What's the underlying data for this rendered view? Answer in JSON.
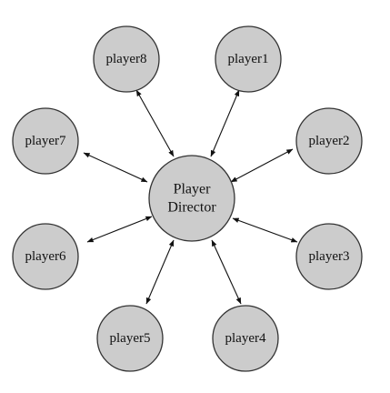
{
  "center": {
    "line1": "Player",
    "line2": "Director"
  },
  "players": [
    {
      "id": "player8",
      "label": "player8"
    },
    {
      "id": "player1",
      "label": "player1"
    },
    {
      "id": "player7",
      "label": "player7"
    },
    {
      "id": "player2",
      "label": "player2"
    },
    {
      "id": "player6",
      "label": "player6"
    },
    {
      "id": "player3",
      "label": "player3"
    },
    {
      "id": "player5",
      "label": "player5"
    },
    {
      "id": "player4",
      "label": "player4"
    }
  ],
  "colors": {
    "node_fill": "#cccccc",
    "node_stroke": "#333333",
    "edge": "#111111"
  }
}
